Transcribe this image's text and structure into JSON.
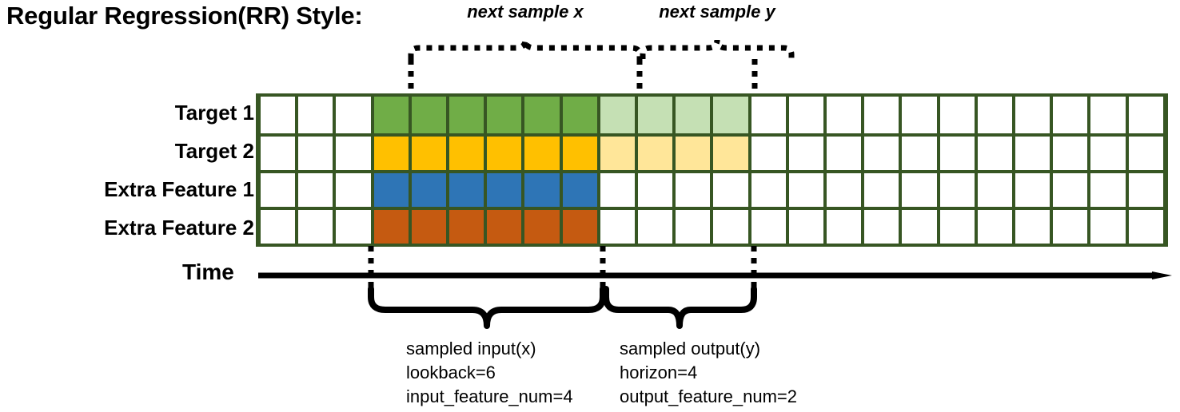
{
  "title": "Regular Regression(RR) Style:",
  "axis": {
    "time_label": "Time",
    "arrow_icon": "right-arrow-icon"
  },
  "rows": [
    {
      "label": "Target 1",
      "key": "target-1"
    },
    {
      "label": "Target 2",
      "key": "target-2"
    },
    {
      "label": "Extra Feature 1",
      "key": "extra-feature-1"
    },
    {
      "label": "Extra Feature 2",
      "key": "extra-feature-2"
    }
  ],
  "grid": {
    "columns": 24,
    "input_start_col": 3,
    "input_end_col": 9,
    "output_start_col": 9,
    "output_end_col": 13,
    "cell_colors": [
      [
        "#ffffff",
        "#ffffff",
        "#ffffff",
        "#70ad47",
        "#70ad47",
        "#70ad47",
        "#70ad47",
        "#70ad47",
        "#70ad47",
        "#c5e0b4",
        "#c5e0b4",
        "#c5e0b4",
        "#c5e0b4",
        "#ffffff",
        "#ffffff",
        "#ffffff",
        "#ffffff",
        "#ffffff",
        "#ffffff",
        "#ffffff",
        "#ffffff",
        "#ffffff",
        "#ffffff",
        "#ffffff"
      ],
      [
        "#ffffff",
        "#ffffff",
        "#ffffff",
        "#ffc000",
        "#ffc000",
        "#ffc000",
        "#ffc000",
        "#ffc000",
        "#ffc000",
        "#ffe699",
        "#ffe699",
        "#ffe699",
        "#ffe699",
        "#ffffff",
        "#ffffff",
        "#ffffff",
        "#ffffff",
        "#ffffff",
        "#ffffff",
        "#ffffff",
        "#ffffff",
        "#ffffff",
        "#ffffff",
        "#ffffff"
      ],
      [
        "#ffffff",
        "#ffffff",
        "#ffffff",
        "#2e75b6",
        "#2e75b6",
        "#2e75b6",
        "#2e75b6",
        "#2e75b6",
        "#2e75b6",
        "#ffffff",
        "#ffffff",
        "#ffffff",
        "#ffffff",
        "#ffffff",
        "#ffffff",
        "#ffffff",
        "#ffffff",
        "#ffffff",
        "#ffffff",
        "#ffffff",
        "#ffffff",
        "#ffffff",
        "#ffffff",
        "#ffffff"
      ],
      [
        "#ffffff",
        "#ffffff",
        "#ffffff",
        "#c55a11",
        "#c55a11",
        "#c55a11",
        "#c55a11",
        "#c55a11",
        "#c55a11",
        "#ffffff",
        "#ffffff",
        "#ffffff",
        "#ffffff",
        "#ffffff",
        "#ffffff",
        "#ffffff",
        "#ffffff",
        "#ffffff",
        "#ffffff",
        "#ffffff",
        "#ffffff",
        "#ffffff",
        "#ffffff",
        "#ffffff"
      ]
    ],
    "border_color": "#375623",
    "colors": {
      "target_1": "#70ad47",
      "target_1_light": "#c5e0b4",
      "target_2": "#ffc000",
      "target_2_light": "#ffe699",
      "extra_feature_1": "#2e75b6",
      "extra_feature_2": "#c55a11",
      "grid_border": "#375623",
      "empty": "#ffffff"
    }
  },
  "annotations": {
    "top": [
      {
        "key": "next-sample-x",
        "label": "next sample x"
      },
      {
        "key": "next-sample-y",
        "label": "next sample y"
      }
    ],
    "bottom": [
      {
        "key": "sampled-input",
        "line1": "sampled input(x)",
        "line2": "lookback=6",
        "line3": "input_feature_num=4"
      },
      {
        "key": "sampled-output",
        "line1": "sampled output(y)",
        "line2": "horizon=4",
        "line3": "output_feature_num=2"
      }
    ]
  }
}
